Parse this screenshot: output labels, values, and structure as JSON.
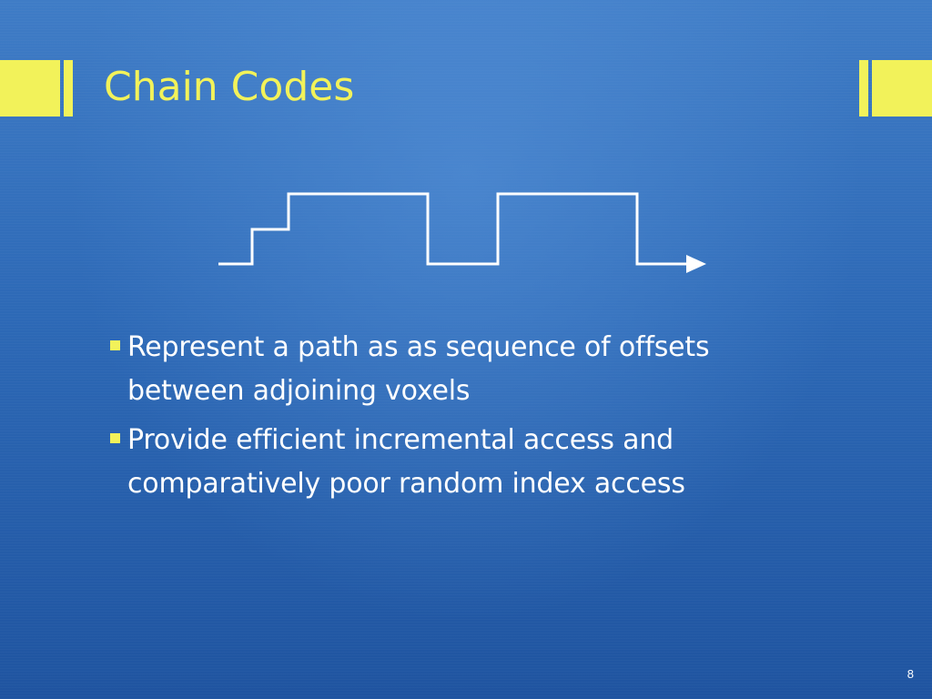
{
  "slide": {
    "title": "Chain Codes",
    "bullets": [
      "Represent a path as as sequence of offsets between adjoining voxels",
      "Provide efficient incremental access and comparatively poor random index access"
    ],
    "page_number": "8"
  },
  "colors": {
    "accent": "#f2f25a",
    "text": "#ffffff",
    "background": "#2d69b6"
  },
  "icons": {
    "bullet": "square-bullet-icon",
    "path_arrow": "arrow-right-icon"
  }
}
